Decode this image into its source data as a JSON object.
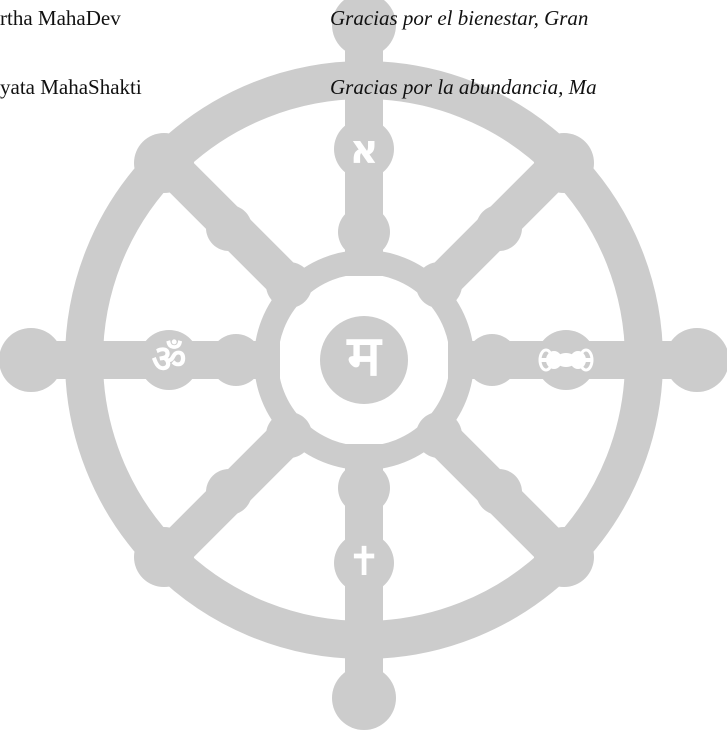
{
  "texts": {
    "left_line_1": "rtha MahaDev",
    "left_line_2": "yata MahaShakti",
    "right_line_1": "Gracias por el bienestar, Gran",
    "right_line_2": "Gracias por la abundancia, Ma"
  },
  "symbols": {
    "top": "א",
    "center": "म",
    "left": "ॐ",
    "bottom": "✝"
  },
  "colors": {
    "wheel": "#cccccc",
    "symbol": "#ffffff",
    "text": "#111111"
  },
  "icons": {
    "dharma_wheel": "dharma-wheel",
    "vajra": "vajra"
  }
}
